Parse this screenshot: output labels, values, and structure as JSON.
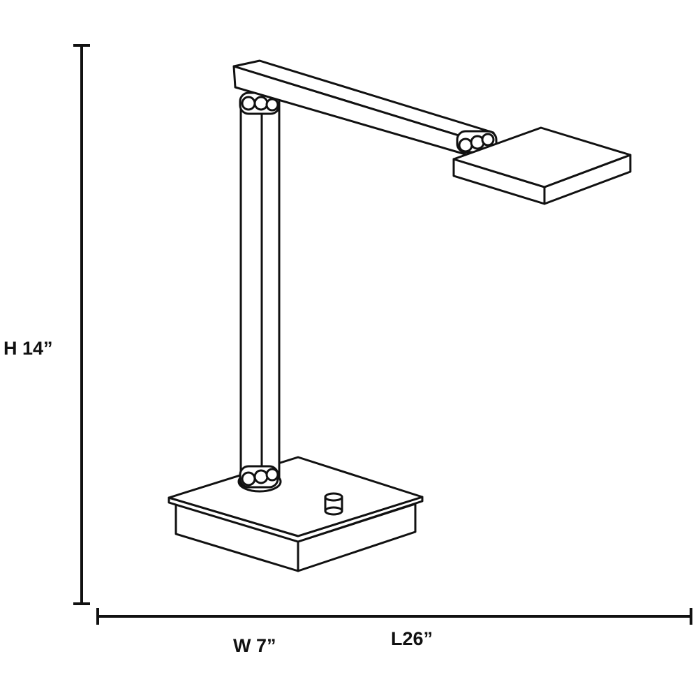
{
  "dimensions": {
    "height_label": "H 14”",
    "width_label": "W 7”",
    "length_label": "L26”"
  },
  "colors": {
    "line": "#111111",
    "background": "#ffffff"
  }
}
